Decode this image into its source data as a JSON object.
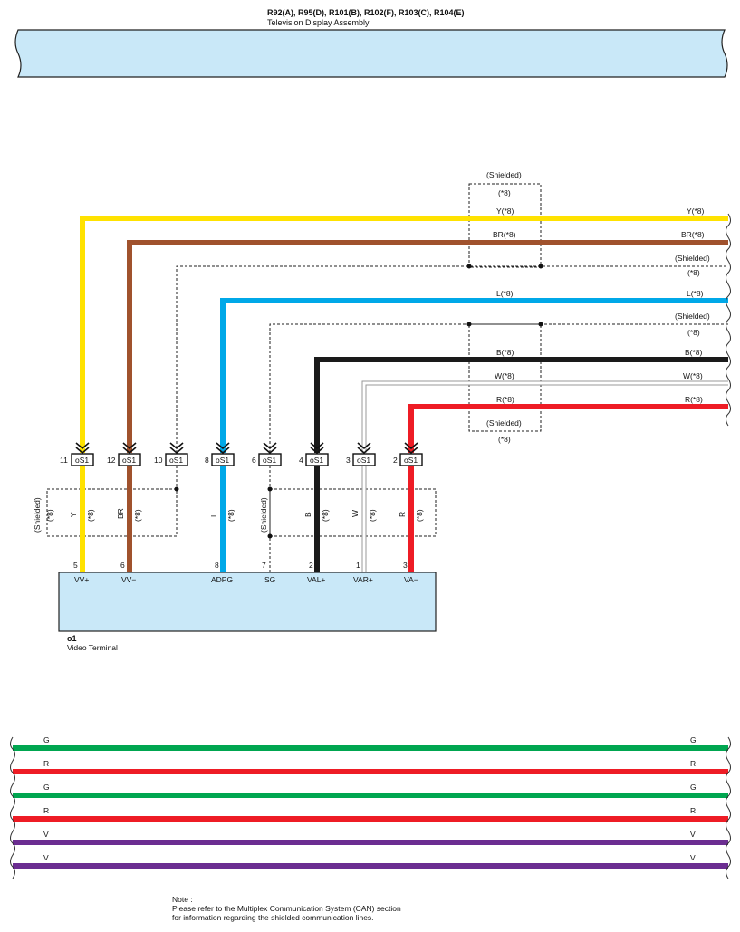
{
  "header": {
    "title": "R92(A), R95(D), R101(B), R102(F), R103(C), R104(E)",
    "subtitle": "Television Display Assembly"
  },
  "colors": {
    "Y": "#ffe200",
    "BR": "#a0522d",
    "L": "#00a8e8",
    "B": "#1a1a1a",
    "W": "#999999",
    "R": "#ee1c25",
    "G": "#00a650",
    "V": "#6b2d91",
    "panel": "#c9e8f8"
  },
  "shield_label": "(Shielded)",
  "shield_note": "(*8)",
  "top_wires": [
    {
      "code": "Y",
      "mid_label": "Y(*8)",
      "right_label": "Y(*8)"
    },
    {
      "code": "BR",
      "mid_label": "BR(*8)",
      "right_label": "BR(*8)"
    },
    {
      "code": "L",
      "mid_label": "L(*8)",
      "right_label": "L(*8)"
    },
    {
      "code": "B",
      "mid_label": "B(*8)",
      "right_label": "B(*8)"
    },
    {
      "code": "W",
      "mid_label": "W(*8)",
      "right_label": "W(*8)"
    },
    {
      "code": "R",
      "mid_label": "R(*8)",
      "right_label": "R(*8)"
    }
  ],
  "connector_name": "oS1",
  "connector_pins": [
    "11",
    "12",
    "10",
    "8",
    "6",
    "4",
    "3",
    "2"
  ],
  "vertical_wire_labels": [
    {
      "code": "Y",
      "note": "(*8)"
    },
    {
      "code": "BR",
      "note": "(*8)"
    },
    {
      "code": "L",
      "note": "(*8)"
    },
    {
      "code": "B",
      "note": "(*8)"
    },
    {
      "code": "W",
      "note": "(*8)"
    },
    {
      "code": "R",
      "note": "(*8)"
    }
  ],
  "video_terminal": {
    "id": "o1",
    "name": "Video Terminal",
    "pins": [
      {
        "num": "5",
        "label": "VV+"
      },
      {
        "num": "6",
        "label": "VV−"
      },
      {
        "num": "8",
        "label": "ADPG"
      },
      {
        "num": "7",
        "label": "SG"
      },
      {
        "num": "2",
        "label": "VAL+"
      },
      {
        "num": "1",
        "label": "VAR+"
      },
      {
        "num": "3",
        "label": "VA−"
      }
    ]
  },
  "bottom_wires": [
    {
      "code": "G",
      "left": "G",
      "right": "G"
    },
    {
      "code": "R",
      "left": "R",
      "right": "R"
    },
    {
      "code": "G",
      "left": "G",
      "right": "G"
    },
    {
      "code": "R",
      "left": "R",
      "right": "R"
    },
    {
      "code": "V",
      "left": "V",
      "right": "V"
    },
    {
      "code": "V",
      "left": "V",
      "right": "V"
    }
  ],
  "note": {
    "heading": "Note :",
    "line1": "Please refer to the Multiplex Communication System (CAN) section",
    "line2": "for information regarding the shielded communication lines."
  }
}
